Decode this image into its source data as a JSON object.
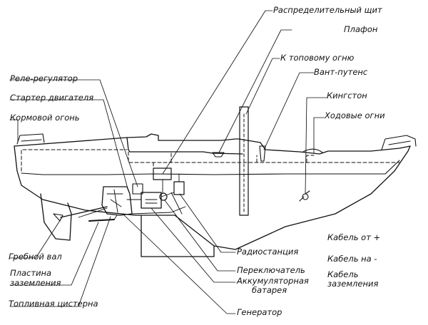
{
  "labels": {
    "distribution_panel": "Распределительный щит",
    "ceiling_light": "Плафон",
    "masthead_light": "К топовому огню",
    "turnbuckle": "Вант-путенс",
    "voltage_regulator": "Реле-регулятор",
    "engine_starter": "Стартер двигателя",
    "seacock": "Кингстон",
    "stern_light": "Кормовой огонь",
    "running_lights": "Ходовые огни",
    "cable_plus": "Кабель от +",
    "cable_minus": "Кабель на -",
    "cable_ground_1": "Кабель",
    "cable_ground_2": "заземления",
    "propeller_shaft": "Гребной вал",
    "radio_station": "Радиостанция",
    "ground_plate_1": "Пластина",
    "ground_plate_2": "заземления",
    "switch": "Переключатель",
    "battery_1": "Аккумуляторная",
    "battery_2": "батарея",
    "fuel_tank": "Топливная цистерна",
    "generator": "Генератор"
  }
}
